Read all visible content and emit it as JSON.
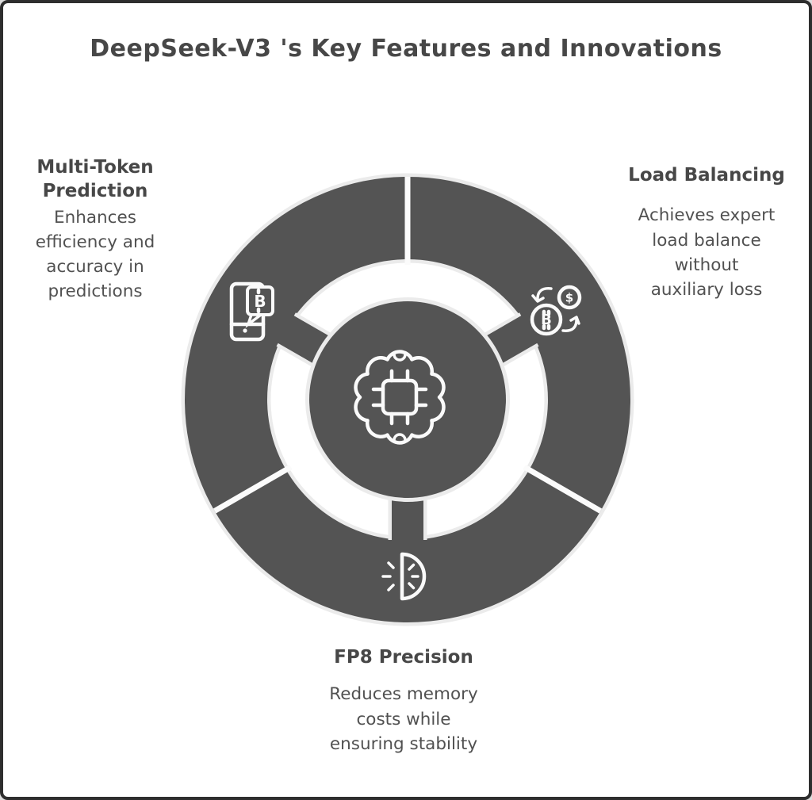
{
  "title": "DeepSeek-V3 's Key Features and Innovations",
  "center": {
    "icon": "brain-chip-icon"
  },
  "features": [
    {
      "id": "multi-token-prediction",
      "heading": "Multi-Token\nPrediction",
      "description": "Enhances\nefficiency and\naccuracy in\npredictions",
      "icon": "smartphone-bitcoin-message-icon",
      "position": "left"
    },
    {
      "id": "load-balancing",
      "heading": "Load Balancing",
      "description": "Achieves expert\nload balance\nwithout\nauxiliary loss",
      "icon": "bitcoin-dollar-exchange-icon",
      "position": "right"
    },
    {
      "id": "fp8-precision",
      "heading": "FP8 Precision",
      "description": "Reduces memory\ncosts while\nensuring stability",
      "icon": "half-sun-icon",
      "position": "bottom"
    }
  ],
  "glyphs": {
    "bitcoin_letter": "B",
    "dollar_sign": "$"
  },
  "colors": {
    "background": "#ffffff",
    "frame_border": "#2e2e2e",
    "donut_fill": "#545454",
    "halo": "#ebebeb",
    "divider": "#fbfbfb",
    "icon_stroke": "#fafafa",
    "text": "#515151",
    "heading_text": "#474747"
  }
}
